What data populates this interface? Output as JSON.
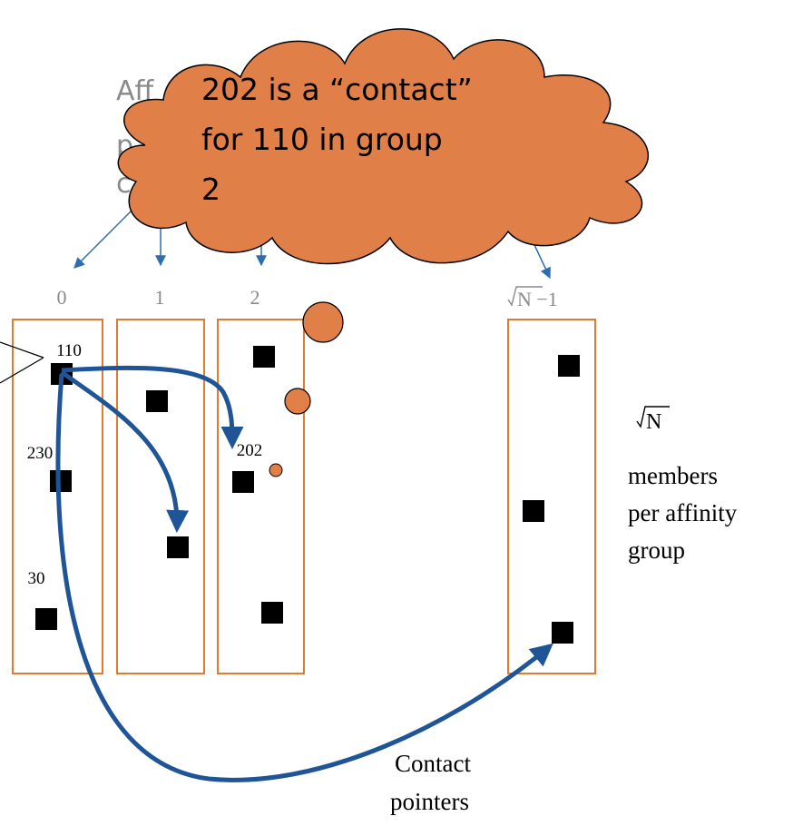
{
  "callout": {
    "line1": "202 is a “contact”",
    "line2": "for 110 in group",
    "line3": "2",
    "color": "#e08048",
    "outline": "#000000"
  },
  "hidden_text": {
    "line1": "Aff",
    "line2": "p",
    "line3": "c"
  },
  "group_labels": {
    "g0": "0",
    "g1": "1",
    "g2": "2",
    "glast": "N −1"
  },
  "node_labels": {
    "n110": "110",
    "n230": "230",
    "n30": "30",
    "n202": "202"
  },
  "members_note": {
    "symbol": "N",
    "line1": "members",
    "line2": "per affinity",
    "line3": "group"
  },
  "pointers_note": {
    "line1": "Contact",
    "line2": "pointers"
  },
  "colors": {
    "group_border": "#e07b30",
    "arrow_blue": "#2e6eb0",
    "pointer_blue": "#1f5596",
    "node": "#000000",
    "label_gray": "#8a8a8a"
  }
}
